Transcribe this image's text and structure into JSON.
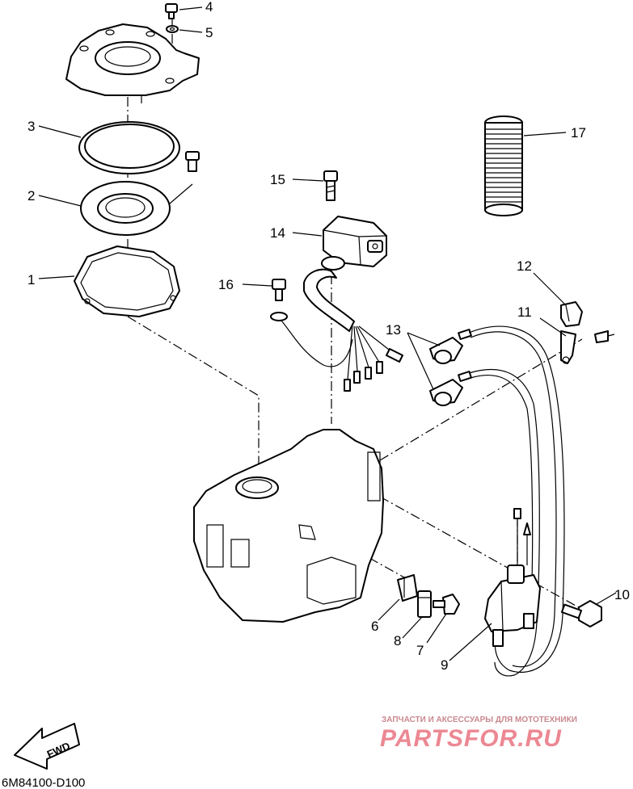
{
  "callouts": [
    "1",
    "2",
    "3",
    "4",
    "5",
    "6",
    "7",
    "8",
    "9",
    "10",
    "11",
    "12",
    "13",
    "14",
    "15",
    "16",
    "17"
  ],
  "fwd_label": "FWD",
  "diagram_code": "6M84100-D100",
  "watermark": {
    "subtitle": "ЗАПЧАСТИ И АКСЕССУАРЫ ДЛЯ МОТОТЕХНИКИ",
    "brand": "PARTSFOR.RU"
  },
  "colors": {
    "line": "#000000",
    "watermark": "#ec8893"
  }
}
